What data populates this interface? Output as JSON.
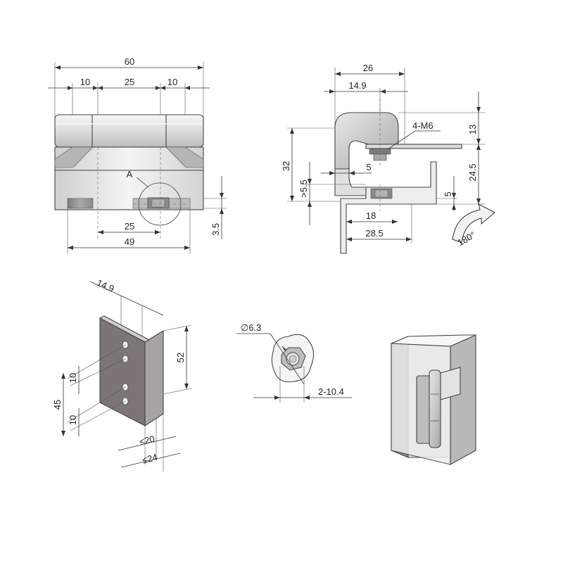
{
  "colors": {
    "metal_light": "#ededed",
    "metal_mid": "#d2d2d2",
    "metal_dark": "#9a9a9a",
    "metal_shadow": "#6f6f6f",
    "line": "#333333"
  },
  "front_view": {
    "dim_overall_width": "60",
    "dim_left_leaf": "10",
    "dim_center": "25",
    "dim_right_leaf": "10",
    "detail_label": "A",
    "dim_hole_spacing": "25",
    "dim_base_width": "49",
    "dim_offset": "3.5"
  },
  "side_view": {
    "dim_width": "26",
    "dim_inner_width": "14.9",
    "thread_label": "4-M6",
    "dim_top": "13",
    "dim_height": "32",
    "dim_screw_offset": "5",
    "dim_min_gap": ">5.5",
    "dim_lower": "24.5",
    "dim_base_offset": "5",
    "dim_slot": "18",
    "dim_base_length": "28.5",
    "rotation_label": "180°"
  },
  "bracket_view": {
    "dim_width": "14.9",
    "dim_height": "52",
    "dim_total_holes": "45",
    "dim_hole_pitch_top": "10",
    "dim_hole_pitch_bottom": "10",
    "dim_thickness_1": "≤20",
    "dim_thickness_2": "≤24"
  },
  "detail_view": {
    "dim_diameter": "∅6.3",
    "dim_nut": "2-10.4"
  }
}
